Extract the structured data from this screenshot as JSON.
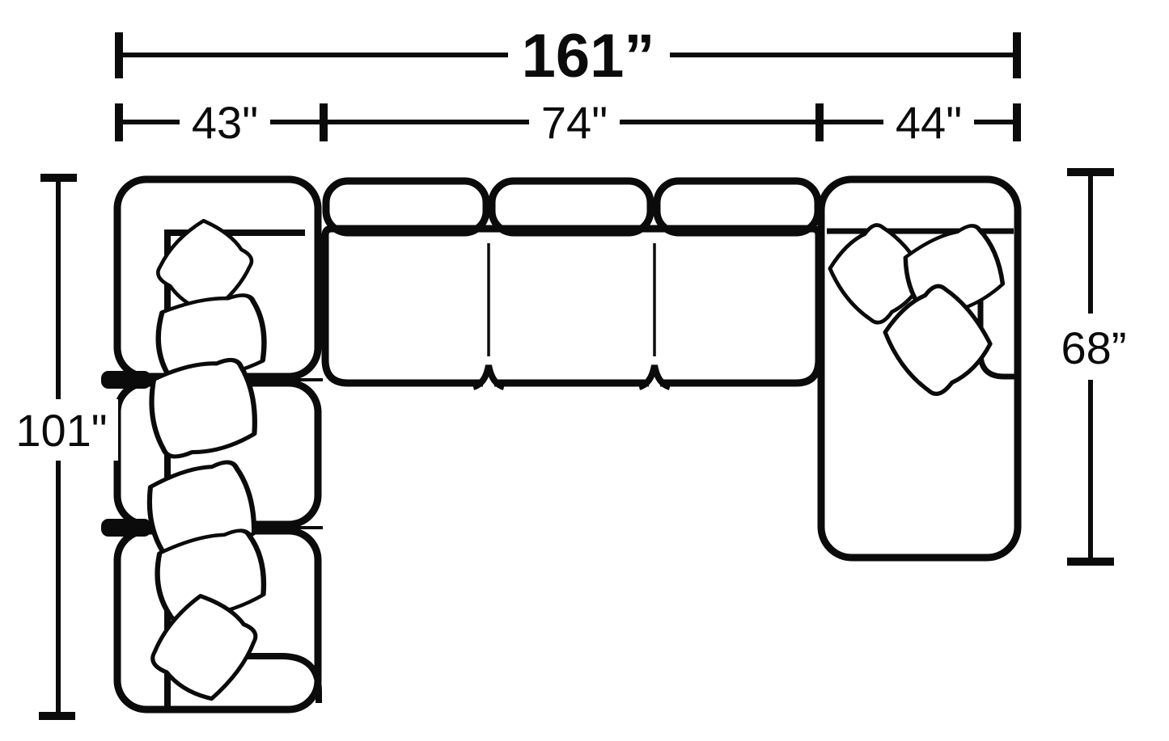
{
  "diagram": {
    "description": "Top-view dimension diagram of a U-shaped sectional sofa with throw pillows",
    "dimensions": {
      "overall_width": "161”",
      "left_section_width": "43\"",
      "middle_section_width": "74\"",
      "right_section_width": "44\"",
      "left_section_depth": "101\"",
      "right_section_depth": "68”"
    },
    "colors": {
      "line": "#0b0b0b",
      "background": "#ffffff"
    }
  }
}
